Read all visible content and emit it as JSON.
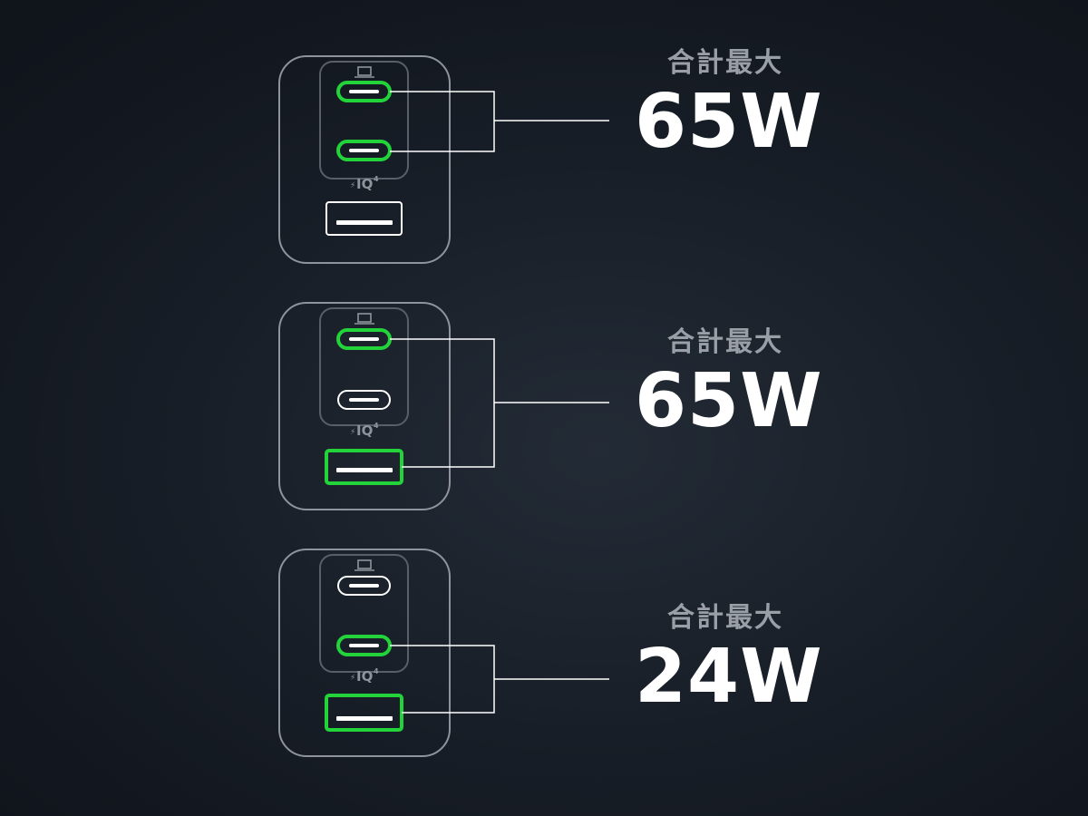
{
  "theme": {
    "active_port_color": "#22d33a",
    "inactive_port_color": "#ffffff",
    "outline_color": "#8f949c",
    "background": "#171d26"
  },
  "combos": [
    {
      "label": "合計最大",
      "wattage": "65W",
      "ports": {
        "usb_c1": "active",
        "usb_c2": "active",
        "usb_a": "inactive"
      }
    },
    {
      "label": "合計最大",
      "wattage": "65W",
      "ports": {
        "usb_c1": "active",
        "usb_c2": "inactive",
        "usb_a": "active"
      }
    },
    {
      "label": "合計最大",
      "wattage": "24W",
      "ports": {
        "usb_c1": "inactive",
        "usb_c2": "active",
        "usb_a": "active"
      }
    }
  ],
  "charger": {
    "port_group_logo": "IQ",
    "port_group_logo_superscript": "4",
    "usb_c1_icon": "laptop-icon"
  }
}
